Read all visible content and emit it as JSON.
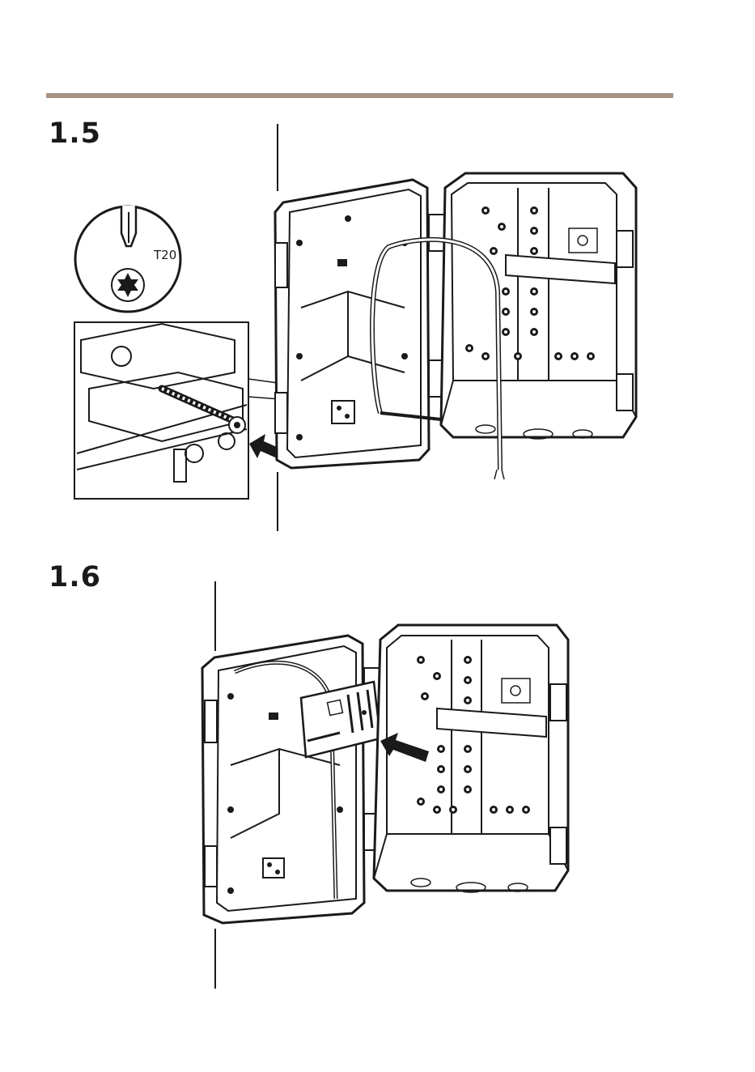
{
  "steps": [
    {
      "number": "1.5",
      "tool_label": "T20"
    },
    {
      "number": "1.6"
    }
  ],
  "colors": {
    "rule": "#a89383",
    "ink": "#1a1a1a"
  },
  "icons": [
    "torx-screwdriver-icon",
    "torx-bit-icon",
    "arrow-icon"
  ]
}
